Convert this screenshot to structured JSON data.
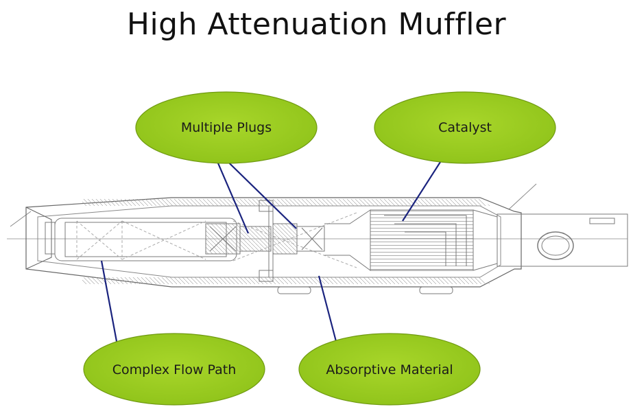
{
  "title": "High Attenuation Muffler",
  "callouts": {
    "multiple_plugs": "Multiple Plugs",
    "catalyst": "Catalyst",
    "complex_flow_path": "Complex Flow Path",
    "absorptive_material": "Absorptive Material"
  },
  "colors": {
    "callout_fill": "#9ACD1F",
    "callout_stroke": "#6f9a10",
    "leader_line": "#1a237e",
    "drawing_line": "#7a7a7a"
  }
}
